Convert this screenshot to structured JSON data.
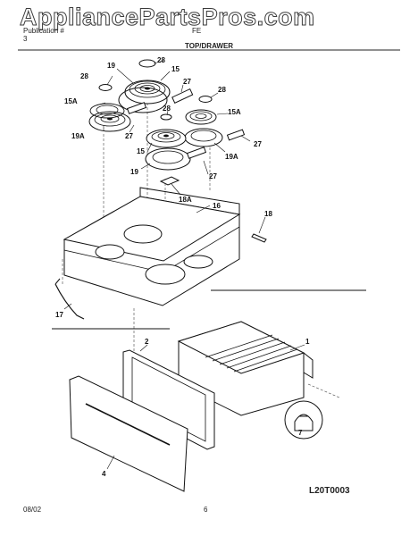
{
  "watermark": "AppliancePartsPros.com",
  "header": {
    "line1": "Publication #",
    "line2": "3",
    "model": "FE",
    "section": "TOP/DRAWER"
  },
  "callouts": {
    "c28a": "28",
    "c15a": "15",
    "c19a": "19",
    "c27a": "27",
    "c28b": "28",
    "c15A_left": "15A",
    "c19A_left": "19A",
    "c27b": "27",
    "c28c": "28",
    "c28d": "28",
    "c15A_right": "15A",
    "c27c": "27",
    "c19A_right": "19A",
    "c15b": "15",
    "c19b": "19",
    "c27d": "27",
    "c18A": "18A",
    "c16": "16",
    "c18": "18",
    "c17": "17",
    "c2": "2",
    "c1": "1",
    "c7": "7",
    "c4": "4"
  },
  "footer": {
    "date": "08/02",
    "page": "6",
    "figure_code": "L20T0003"
  }
}
